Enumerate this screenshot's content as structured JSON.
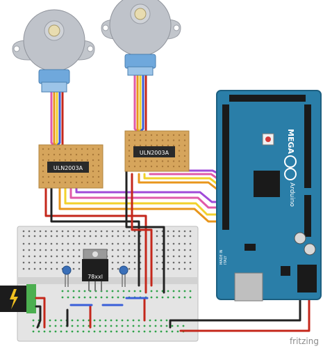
{
  "chips": {
    "driver_left": "ULN2003A",
    "driver_right": "ULN2003A"
  },
  "regulator": {
    "label": "78xxl"
  },
  "arduino": {
    "mega": "MEGA",
    "arduino": "Arduino",
    "made_in": "MADE IN",
    "italy": "ITALY"
  },
  "watermark": "fritzing",
  "colors": {
    "wire_red": "#c4271b",
    "wire_black": "#222222",
    "wire_orange": "#e8961c",
    "wire_yellow": "#f2d22c",
    "wire_pink": "#e05aa8",
    "wire_purple": "#a04ad8",
    "wire_blue": "#3a5fd8",
    "arduino_blue": "#2a7ea8",
    "perfboard": "#d6a55c",
    "breadboard": "#e6e6e6",
    "motor_gray": "#b8bcc4"
  }
}
